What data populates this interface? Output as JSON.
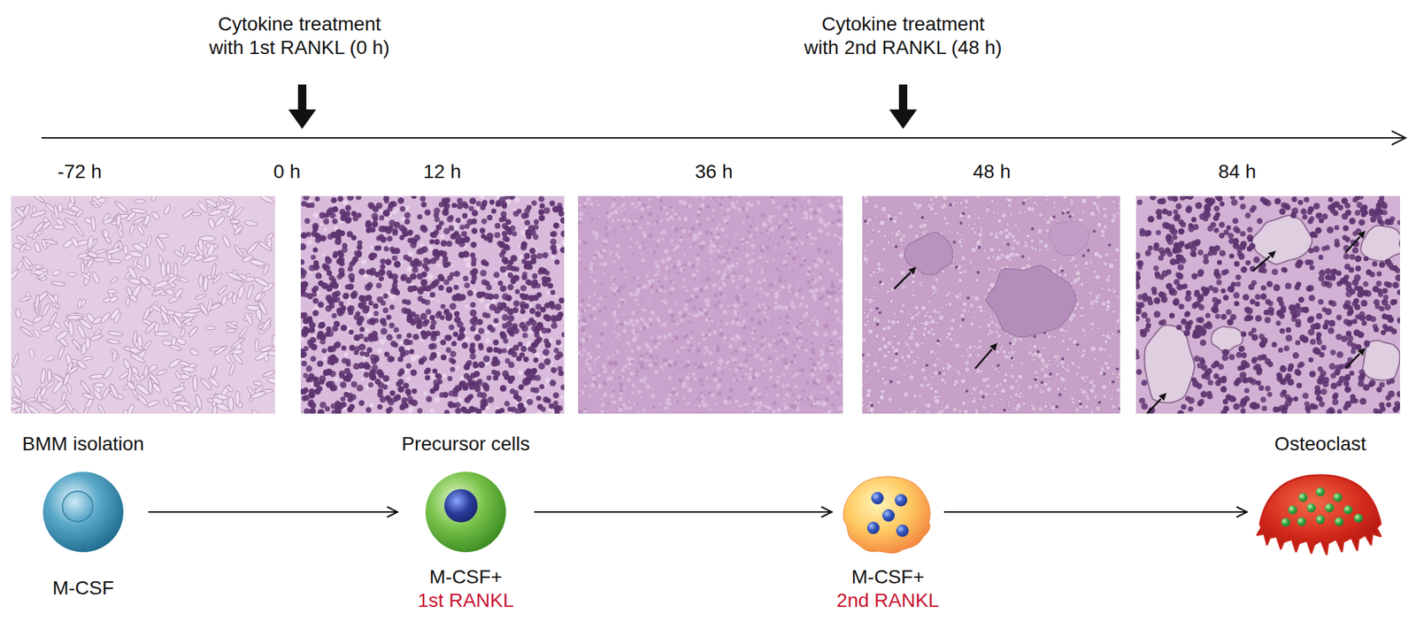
{
  "diagram": {
    "nodes": [
      {
        "text": [
          "BMM isolation",
          "M-CSF"
        ]
      },
      {
        "text": [
          "Precursor cells",
          "M-CSF+",
          "1st RANKL"
        ]
      },
      {
        "text": [
          "M-CSF+",
          "2nd RANKL"
        ]
      },
      {
        "text": [
          "Osteoclast"
        ]
      }
    ],
    "edges": [
      {
        "from": 0,
        "to": 1,
        "arrow": "to"
      },
      {
        "from": 1,
        "to": 2,
        "arrow": "to"
      },
      {
        "from": 2,
        "to": 3,
        "arrow": "to"
      }
    ],
    "labels": [
      "Cytokine treatment with 1st RANKL (0 h)",
      "Cytokine treatment with 2nd RANKL (48 h)",
      "-72 h",
      "0 h",
      "12 h",
      "36 h",
      "48 h",
      "84 h"
    ]
  }
}
